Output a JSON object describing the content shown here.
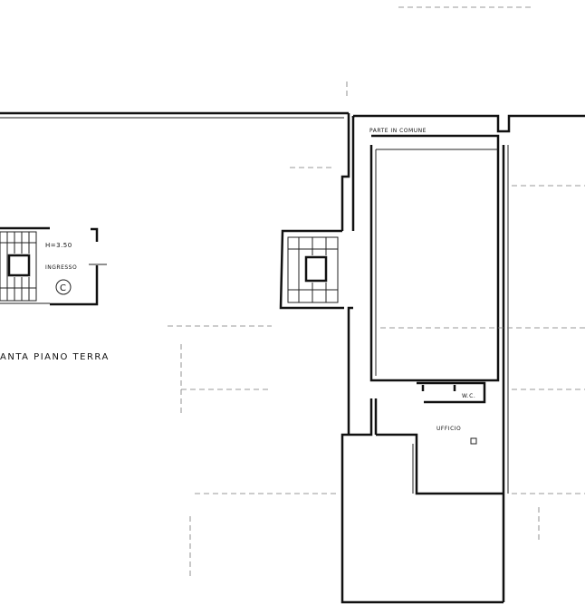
{
  "plan": {
    "title": "ANTA PIANO TERRA",
    "left_unit": {
      "height_label": "H=3.50",
      "entrance_label": "INGRESSO",
      "unit_letter": "C"
    },
    "right_unit": {
      "common_area_label": "PARTE IN COMUNE",
      "wc_label": "W.C.",
      "office_label": "UFFICIO"
    }
  }
}
